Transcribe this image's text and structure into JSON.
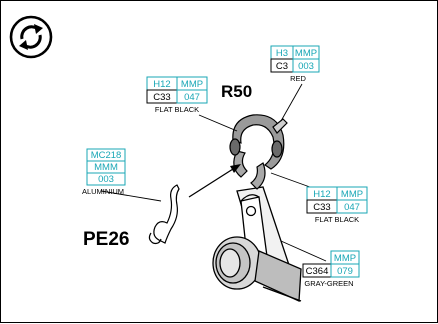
{
  "controls": {
    "rotate_icon": "rotate-arrows-icon"
  },
  "parts": [
    {
      "id": "R50",
      "label": "R50"
    },
    {
      "id": "PE26",
      "label": "PE26"
    }
  ],
  "paint_boxes": {
    "red": {
      "top_left": "H3",
      "top_right": "MMP",
      "bottom_left": "C3",
      "bottom_right": "003",
      "caption": "RED"
    },
    "flat_black_top": {
      "top_left": "H12",
      "top_right": "MMP",
      "bottom_left": "C33",
      "bottom_right": "047",
      "caption": "FLAT BLACK"
    },
    "aluminium": {
      "line1": "MC218",
      "line2": "MMM",
      "line3": "003",
      "caption": "ALUMINIUM"
    },
    "flat_black_right": {
      "top_left": "H12",
      "top_right": "MMP",
      "bottom_left": "C33",
      "bottom_right": "047",
      "caption": "FLAT BLACK"
    },
    "gray_green": {
      "top_right": "MMP",
      "bottom_left": "C364",
      "bottom_right": "079",
      "caption": "GRAY-GREEN"
    }
  },
  "colors": {
    "cyan": "#19a7b6",
    "ink": "#000000"
  }
}
